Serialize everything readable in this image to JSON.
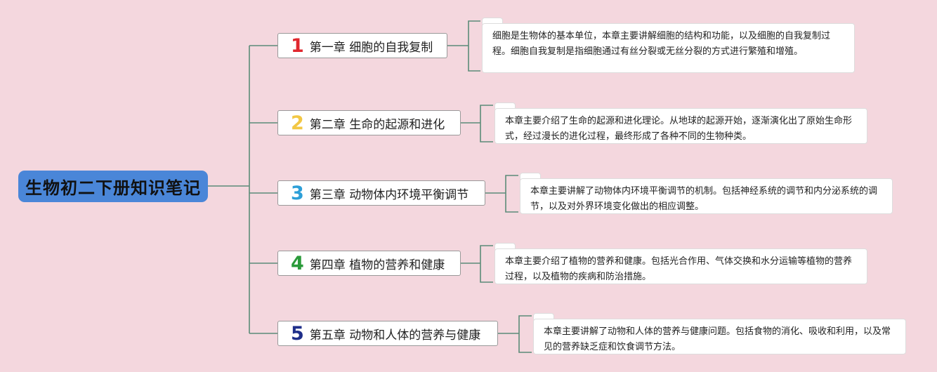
{
  "root": {
    "title": "生物初二下册知识笔记"
  },
  "chapters": [
    {
      "number": "1",
      "title": "第一章 细胞的自我复制",
      "color": "#e0272e",
      "description": "细胞是生物体的基本单位，本章主要讲解细胞的结构和功能，以及细胞的自我复制过程。细胞自我复制是指细胞通过有丝分裂或无丝分裂的方式进行繁殖和增殖。"
    },
    {
      "number": "2",
      "title": "第二章 生命的起源和进化",
      "color": "#f2c744",
      "description": "本章主要介绍了生命的起源和进化理论。从地球的起源开始，逐渐演化出了原始生命形式，经过漫长的进化过程，最终形成了各种不同的生物种类。"
    },
    {
      "number": "3",
      "title": "第三章 动物体内环境平衡调节",
      "color": "#2d9fd8",
      "description": "本章主要讲解了动物体内环境平衡调节的机制。包括神经系统的调节和内分泌系统的调节，以及对外界环境变化做出的相应调整。"
    },
    {
      "number": "4",
      "title": "第四章 植物的营养和健康",
      "color": "#2a9a3a",
      "description": "本章主要介绍了植物的营养和健康。包括光合作用、气体交换和水分运输等植物的营养过程，以及植物的疾病和防治措施。"
    },
    {
      "number": "5",
      "title": "第五章 动物和人体的营养与健康",
      "color": "#1f2f8a",
      "description": "本章主要讲解了动物和人体的营养与健康问题。包括食物的消化、吸收和利用，以及常见的营养缺乏症和饮食调节方法。"
    }
  ],
  "colors": {
    "background": "#f4d7de",
    "root": "#4a86d8",
    "connector": "#5b8c78"
  }
}
